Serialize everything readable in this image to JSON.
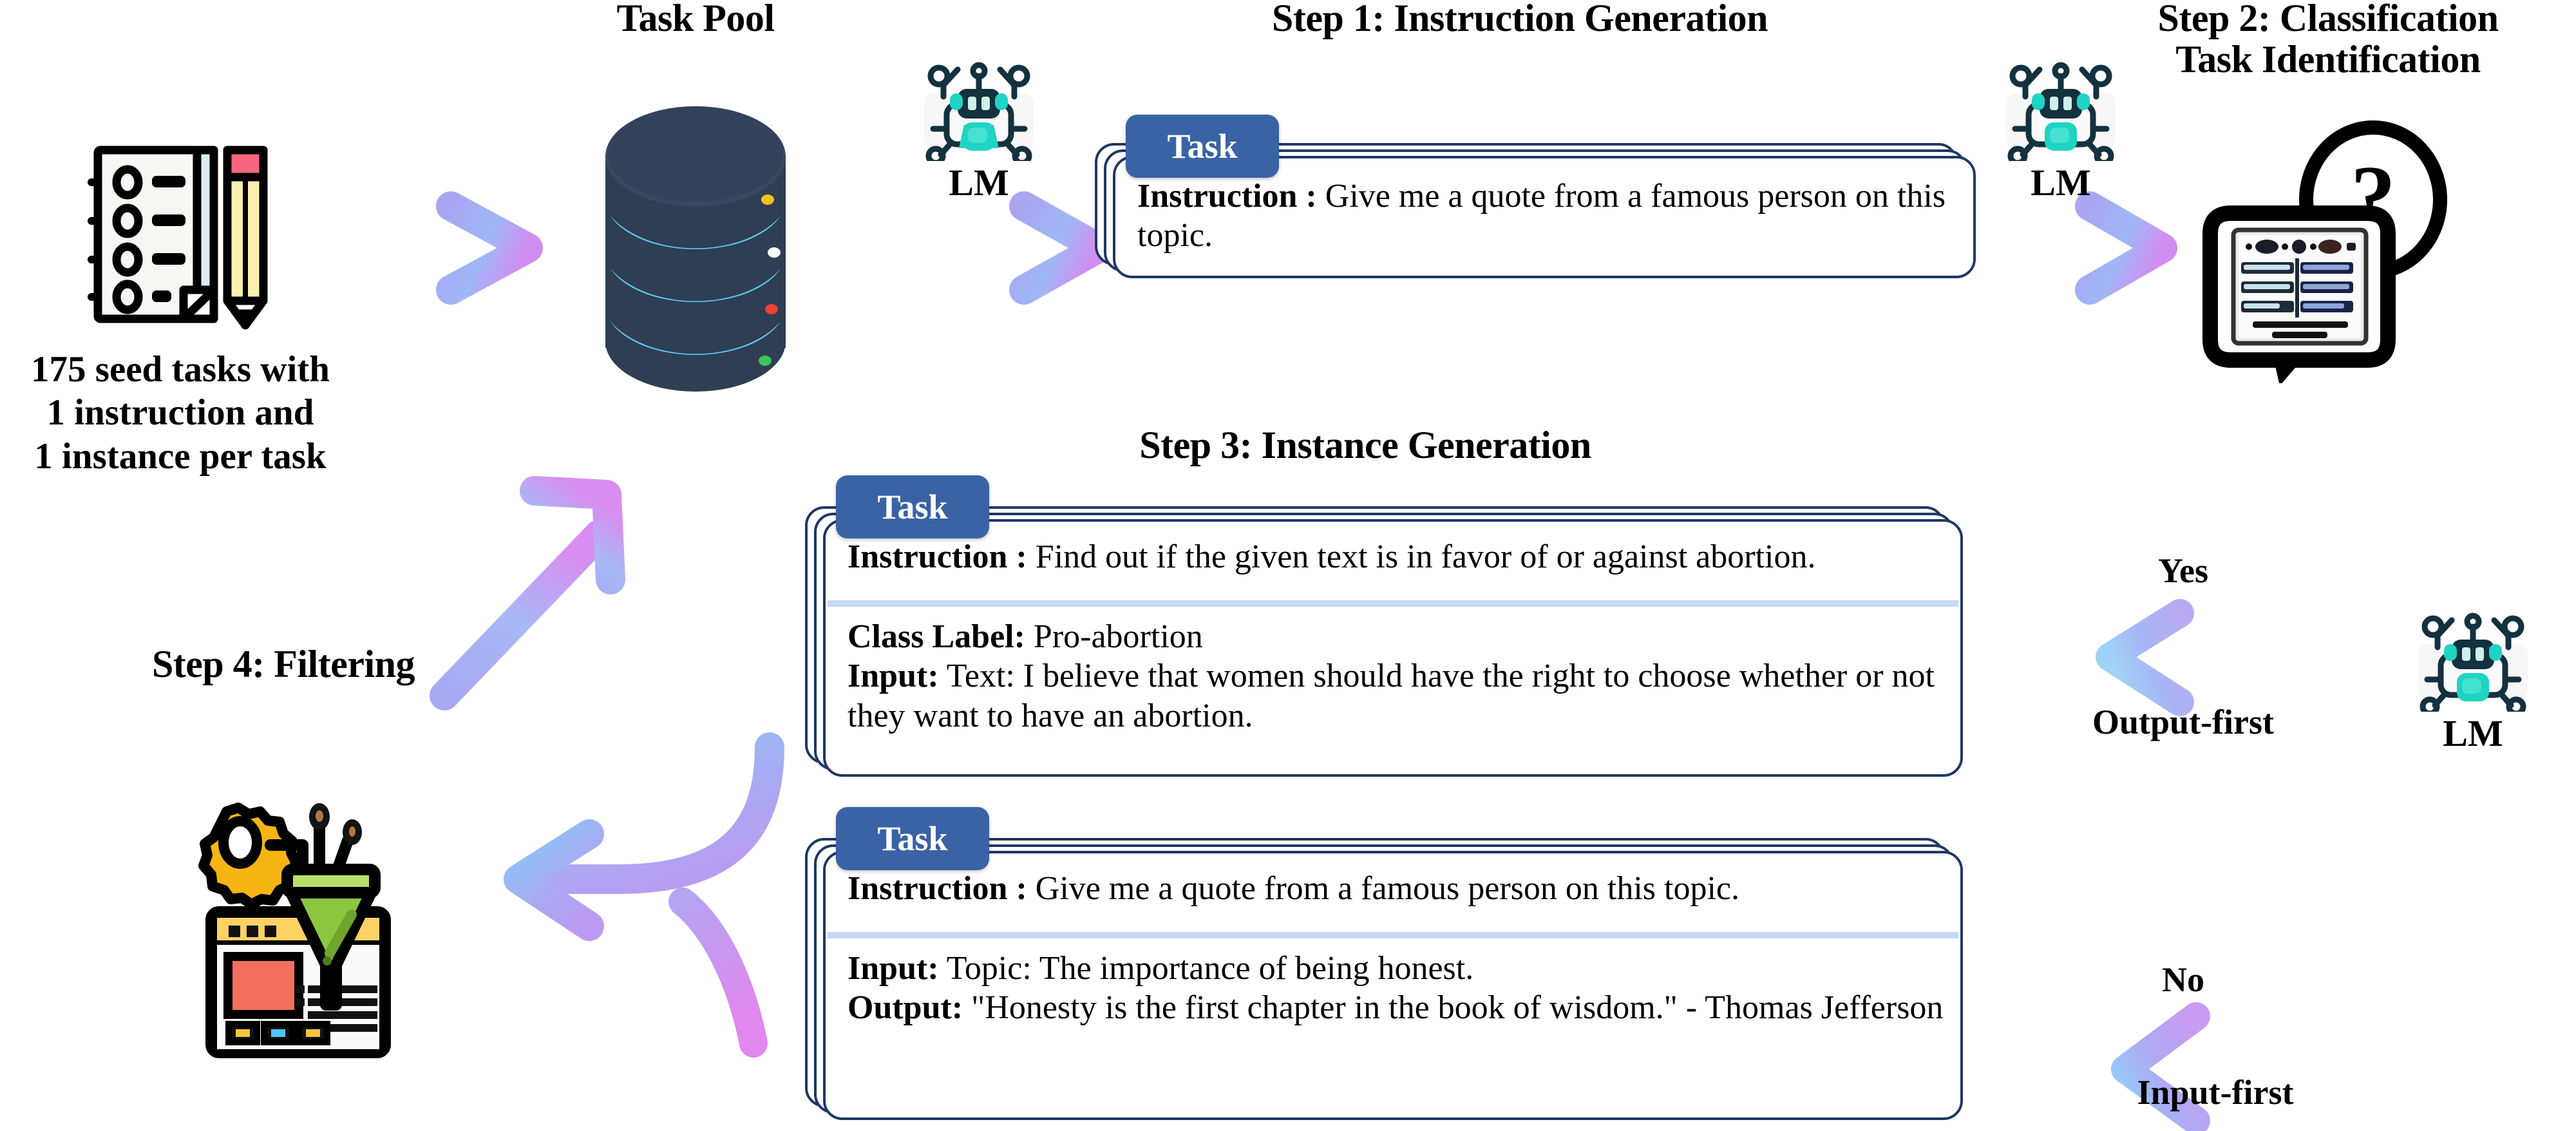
{
  "figure": {
    "title": "Self-Instruct pipeline overview",
    "headings": {
      "task_pool": "Task Pool",
      "step1": "Step 1: Instruction Generation",
      "step2": "Step 2: Classification\nTask Identification",
      "step3": "Step 3: Instance Generation",
      "step4": "Step 4: Filtering"
    },
    "seed_caption": "175 seed tasks with\n1 instruction and\n1 instance per task",
    "lm_label": "LM",
    "branch": {
      "yes": "Yes",
      "no": "No",
      "output_first": "Output-first",
      "input_first": "Input-first"
    },
    "cards": {
      "step1": {
        "tab": "Task",
        "instruction_label": "Instruction :",
        "instruction_text": "Give me a quote from a famous person on this topic."
      },
      "classification": {
        "tab": "Task",
        "instruction_label": "Instruction :",
        "instruction_text": "Find out if the given text is in favor of or against abortion.",
        "class_label_label": "Class Label:",
        "class_label_text": "Pro-abortion",
        "input_label": "Input:",
        "input_text": "Text: I believe that women should have the right to choose whether or not they want to have an abortion."
      },
      "generation": {
        "tab": "Task",
        "instruction_label": "Instruction :",
        "instruction_text": "Give me a quote from a famous person on this topic.",
        "input_label": "Input:",
        "input_text": "Topic: The importance of being honest.",
        "output_label": "Output:",
        "output_text": "\"Honesty is the first chapter in the book of wisdom.\" - Thomas Jefferson"
      }
    },
    "icons": {
      "seed_tasks": "notebook-pencil-icon",
      "task_pool": "database-cylinder-icon",
      "lm": "robot-icon",
      "classification": "tablet-question-icon",
      "filtering": "funnel-gear-window-icon"
    },
    "colors": {
      "arrow_blue": "#7da9f5",
      "arrow_purple": "#b0a7f0",
      "arrow_magenta": "#d48cf0",
      "card_border": "#1f3864",
      "card_tab": "#3a63a5",
      "card_separator": "#c5d9f1",
      "db_body": "#2f3e52",
      "db_stripe": "#5ec8f5",
      "robot_teal": "#1fd4c3",
      "robot_dark": "#14313f",
      "funnel_green": "#8cc63f",
      "gear_yellow": "#f5b513",
      "window_yellow": "#fcd265",
      "window_red": "#f4705d",
      "text": "#000000"
    }
  }
}
